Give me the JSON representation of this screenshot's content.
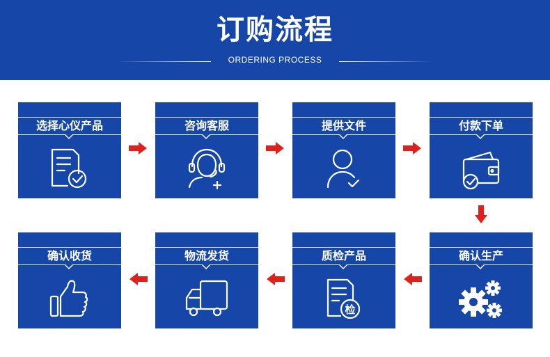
{
  "header": {
    "title": "订购流程",
    "subtitle": "ORDERING PROCESS"
  },
  "steps": [
    {
      "label": "选择心仪产品",
      "icon": "document-check-icon"
    },
    {
      "label": "咨询客服",
      "icon": "customer-service-headset-icon"
    },
    {
      "label": "提供文件",
      "icon": "user-check-icon"
    },
    {
      "label": "付款下单",
      "icon": "wallet-check-icon"
    },
    {
      "label": "确认生产",
      "icon": "gears-icon"
    },
    {
      "label": "质检产品",
      "icon": "inspection-document-icon"
    },
    {
      "label": "物流发货",
      "icon": "delivery-truck-icon"
    },
    {
      "label": "确认收货",
      "icon": "thumbs-up-icon"
    }
  ],
  "inspection_badge": "检",
  "colors": {
    "primary": "#1546a8",
    "arrow": "#e0201b",
    "icon_stroke": "#ffffff",
    "background": "#ffffff"
  }
}
